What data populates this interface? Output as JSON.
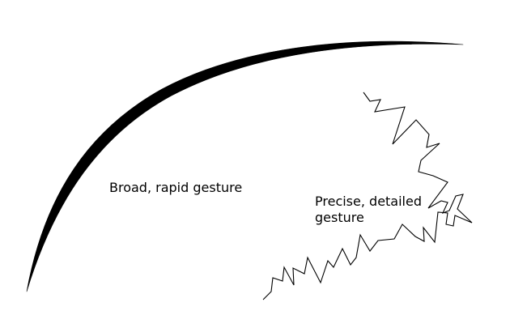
{
  "labels": {
    "broad": "Broad, rapid gesture",
    "precise_line1": "Precise, detailed",
    "precise_line2": "gesture"
  },
  "colors": {
    "stroke": "#000000",
    "background": "#ffffff"
  }
}
